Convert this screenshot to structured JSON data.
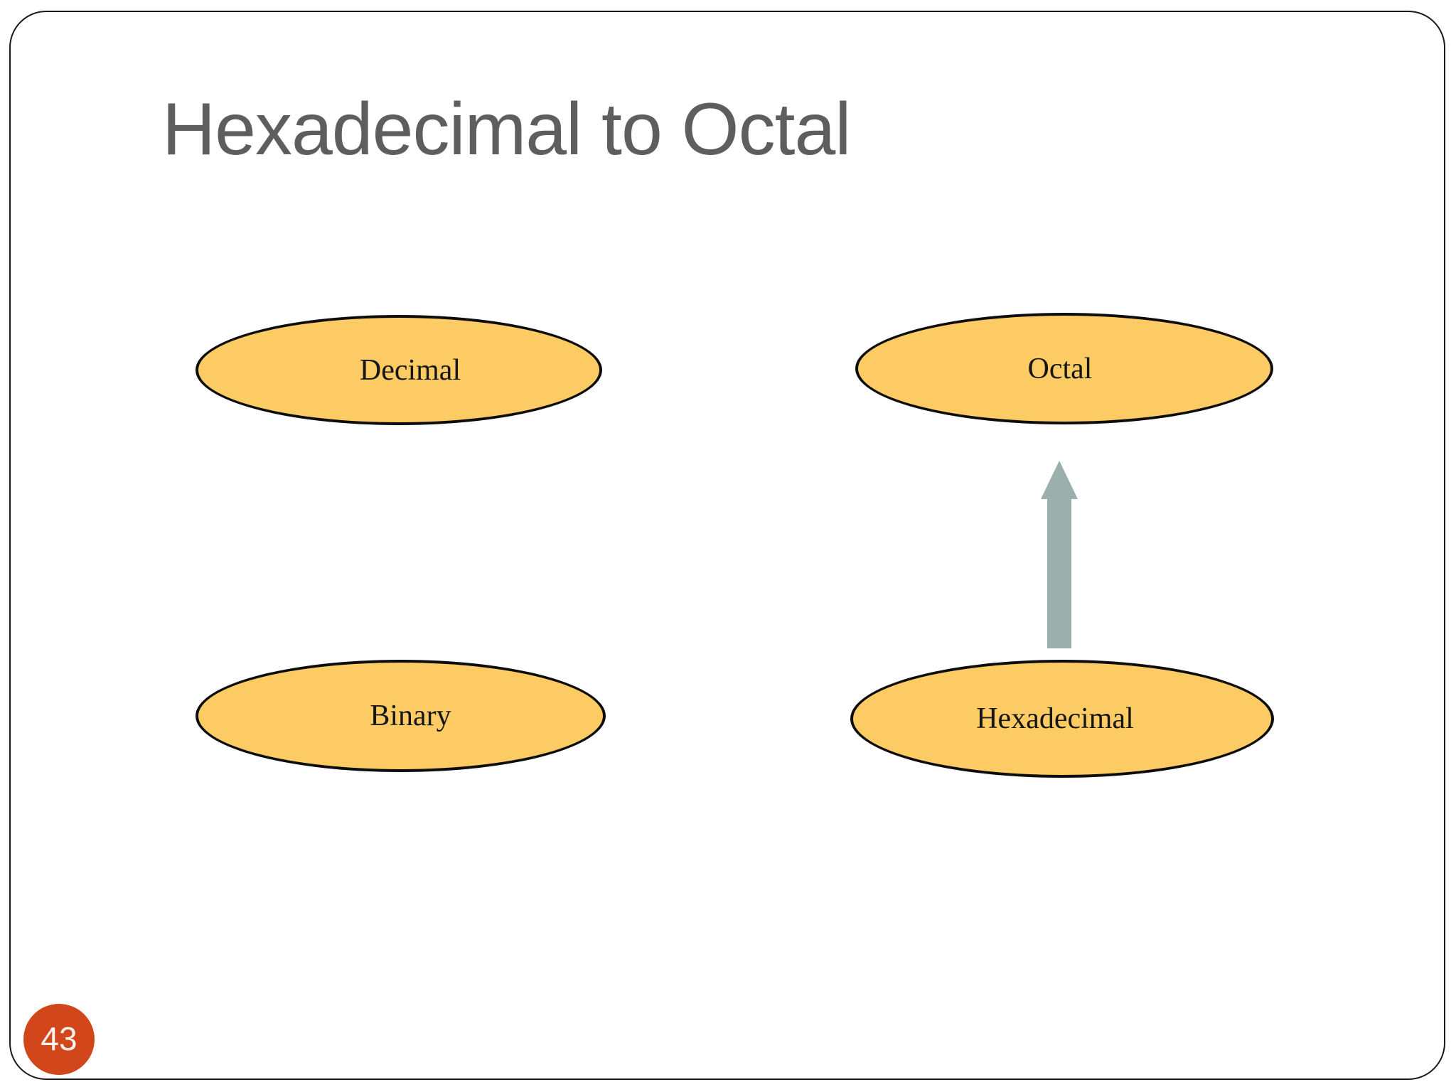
{
  "slide": {
    "title": "Hexadecimal to Octal",
    "page_number": "43",
    "background_color": "#ffffff",
    "border_color": "#1a1a1a",
    "title_color": "#5e5e5e",
    "badge_color": "#d2461c",
    "badge_text_color": "#fdf2ee"
  },
  "diagram": {
    "type": "number-system-conversion",
    "node_fill_color": "#fdcb63",
    "node_stroke_color": "#0d0d0d",
    "arrow_color": "#9bafac",
    "nodes": [
      {
        "id": "decimal",
        "label": "Decimal"
      },
      {
        "id": "octal",
        "label": "Octal"
      },
      {
        "id": "binary",
        "label": "Binary"
      },
      {
        "id": "hexadecimal",
        "label": "Hexadecimal"
      }
    ],
    "edges": [
      {
        "id": "hex-to-octal",
        "from": "hexadecimal",
        "to": "octal",
        "direction": "up",
        "style": "solid-block-arrow"
      }
    ]
  }
}
